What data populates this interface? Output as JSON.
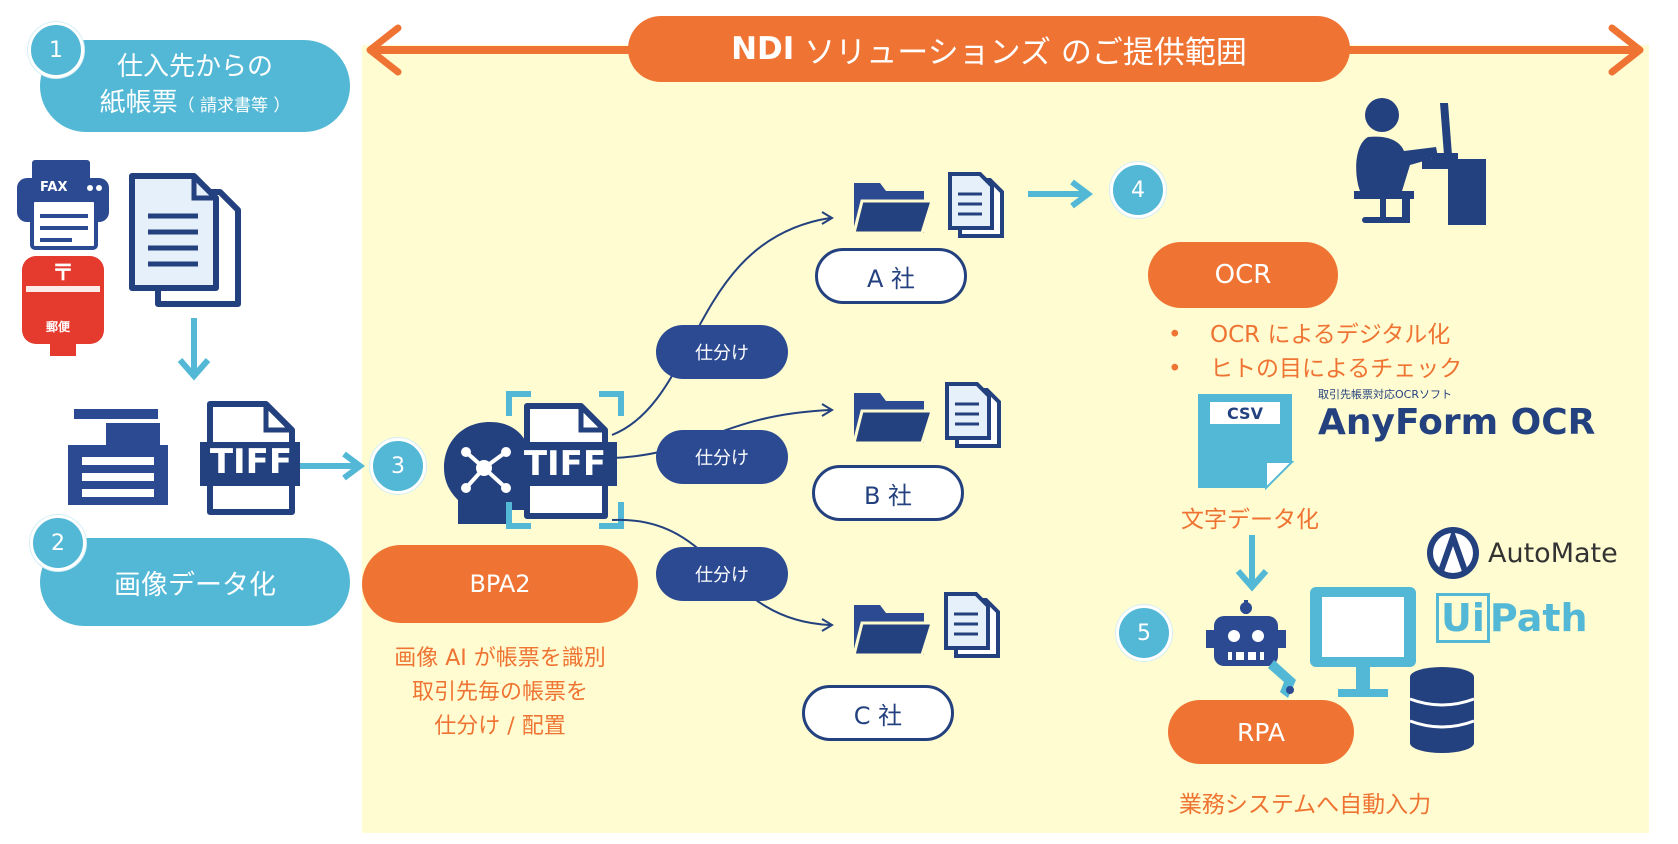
{
  "header": {
    "title_prefix": "NDI",
    "title": "ソリューションズ のご提供範囲"
  },
  "step1": {
    "number": "1",
    "line1": "仕入先からの",
    "line2": "紙帳票",
    "line2_small": "（ 請求書等 ）"
  },
  "step2": {
    "number": "2",
    "label": "画像データ化"
  },
  "step3": {
    "number": "3",
    "label": "BPA2",
    "desc1": "画像 AI が帳票を識別",
    "desc2": "取引先毎の帳票を",
    "desc3": "仕分け / 配置"
  },
  "step4": {
    "number": "4",
    "label": "OCR",
    "bullet1": "OCR によるデジタル化",
    "bullet2": "ヒトの目によるチェック",
    "csv_label": "CSV",
    "csv_caption": "文字データ化",
    "brand_sub": "取引先帳票対応OCRソフト",
    "brand": "AnyForm OCR"
  },
  "step5": {
    "number": "5",
    "label": "RPA",
    "caption": "業務システムへ自動入力",
    "brand_automate": "AutoMate",
    "brand_uipath_a": "Ui",
    "brand_uipath_b": "Path"
  },
  "icons": {
    "fax_label": "FAX",
    "post_label": "郵便",
    "tiff_label": "TIFF"
  },
  "sort": {
    "label": "仕分け"
  },
  "companies": [
    "A 社",
    "B 社",
    "C 社"
  ],
  "colors": {
    "orange": "#ef7433",
    "blue": "#53b8d6",
    "navy": "#24417f",
    "area": "#fefcd0"
  }
}
